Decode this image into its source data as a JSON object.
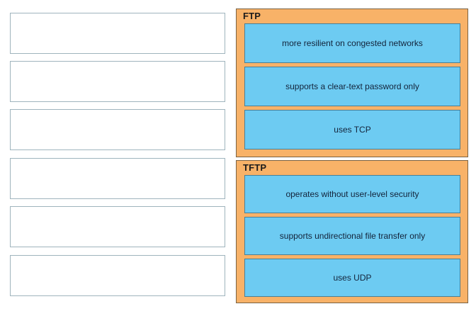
{
  "colors": {
    "group_background": "#f8b268",
    "group_border": "#7a6243",
    "item_background": "#6dcbf2",
    "item_border": "#4a7f96",
    "item_text": "#13233a",
    "dropzone_border": "#9fb4bd",
    "page_background": "#ffffff"
  },
  "drop_zones": [
    {
      "index": 1,
      "value": ""
    },
    {
      "index": 2,
      "value": ""
    },
    {
      "index": 3,
      "value": ""
    },
    {
      "index": 4,
      "value": ""
    },
    {
      "index": 5,
      "value": ""
    },
    {
      "index": 6,
      "value": ""
    }
  ],
  "groups": [
    {
      "title": "FTP",
      "items": [
        {
          "label": "more resilient on congested networks"
        },
        {
          "label": "supports a clear-text password only"
        },
        {
          "label": "uses TCP"
        }
      ]
    },
    {
      "title": "TFTP",
      "items": [
        {
          "label": "operates without user-level security"
        },
        {
          "label": "supports undirectional file transfer only"
        },
        {
          "label": "uses UDP"
        }
      ]
    }
  ]
}
